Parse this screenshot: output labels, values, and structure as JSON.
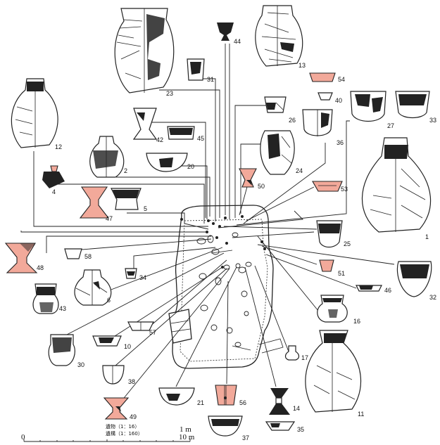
{
  "vessel_numbers": [
    "1",
    "2",
    "4",
    "5",
    "6",
    "10",
    "11",
    "12",
    "13",
    "14",
    "16",
    "17",
    "20",
    "21",
    "23",
    "24",
    "25",
    "26",
    "27",
    "30",
    "31",
    "32",
    "33",
    "34",
    "35",
    "36",
    "37",
    "38",
    "40",
    "42",
    "43",
    "44",
    "45",
    "46",
    "47",
    "48",
    "49",
    "50",
    "51",
    "53",
    "54",
    "56",
    "57",
    "58"
  ],
  "scale_bar": {
    "line1_label": "遺物（1：16）",
    "line2_label": "遺構（1：160）",
    "end1": "1 m",
    "end2": "10 m",
    "start": "0"
  },
  "colors": {
    "red_ware": "#f2a99a",
    "ink": "#222222"
  }
}
